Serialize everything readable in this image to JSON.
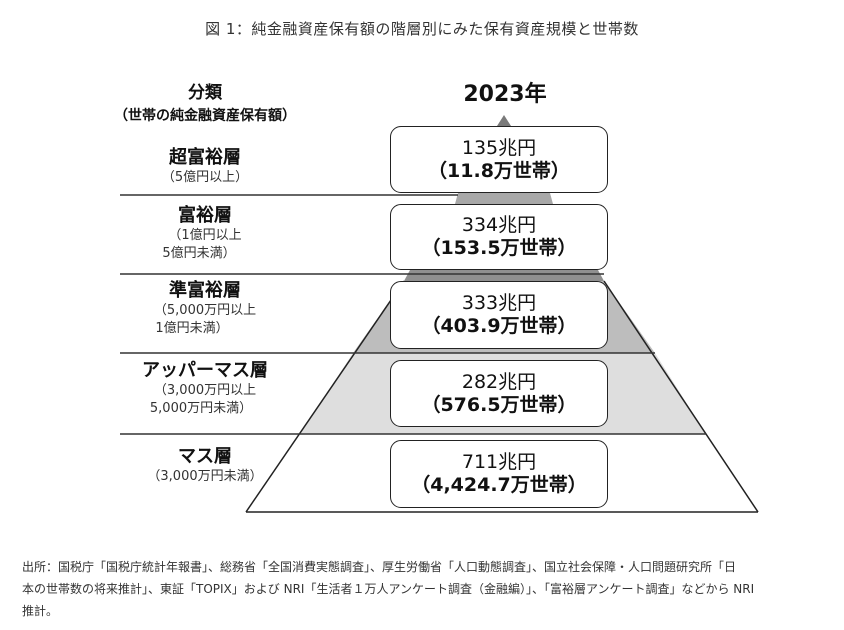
{
  "title": "図 1：純金融資産保有額の階層別にみた保有資産規模と世帯数",
  "header": {
    "category_label": "分類",
    "category_sub": "（世帯の純金融資産保有額）",
    "year": "2023年"
  },
  "tiers": [
    {
      "name": "超富裕層",
      "range1": "（5億円以上）",
      "range2": "",
      "amount": "135兆円",
      "households": "（11.8万世帯）"
    },
    {
      "name": "富裕層",
      "range1": "（1億円以上",
      "range2": "5億円未満）",
      "amount": "334兆円",
      "households": "（153.5万世帯）"
    },
    {
      "name": "準富裕層",
      "range1": "（5,000万円以上",
      "range2": "1億円未満）",
      "amount": "333兆円",
      "households": "（403.9万世帯）"
    },
    {
      "name": "アッパーマス層",
      "range1": "（3,000万円以上",
      "range2": "5,000万円未満）",
      "amount": "282兆円",
      "households": "（576.5万世帯）"
    },
    {
      "name": "マス層",
      "range1": "（3,000万円未満）",
      "range2": "",
      "amount": "711兆円",
      "households": "（4,424.7万世帯）"
    }
  ],
  "colors": {
    "band_top": "#7a7a7a",
    "band_2": "#a8a8a8",
    "band_3": "#bdbdbd",
    "band_4": "#dedede",
    "band_5": "#ffffff",
    "line": "#222222"
  },
  "footer": {
    "line1": "出所：国税庁「国税庁統計年報書」、総務省「全国消費実態調査」、厚生労働省「人口動態調査」、国立社会保障・人口問題研究所「日",
    "line2": "本の世帯数の将来推計」、東証「TOPIX」および NRI「生活者１万人アンケート調査（金融編）」、「富裕層アンケート調査」などから NRI",
    "line3": "推計。"
  },
  "chart_data": {
    "type": "table",
    "title": "純金融資産保有額の階層別にみた保有資産規模と世帯数",
    "year": "2023",
    "categories": [
      "超富裕層",
      "富裕層",
      "準富裕層",
      "アッパーマス層",
      "マス層"
    ],
    "ranges": [
      "5億円以上",
      "1億円以上5億円未満",
      "5,000万円以上1億円未満",
      "3,000万円以上5,000万円未満",
      "3,000万円未満"
    ],
    "series": [
      {
        "name": "純金融資産保有額（兆円）",
        "values": [
          135,
          334,
          333,
          282,
          711
        ]
      },
      {
        "name": "世帯数（万世帯）",
        "values": [
          11.8,
          153.5,
          403.9,
          576.5,
          4424.7
        ]
      }
    ]
  }
}
